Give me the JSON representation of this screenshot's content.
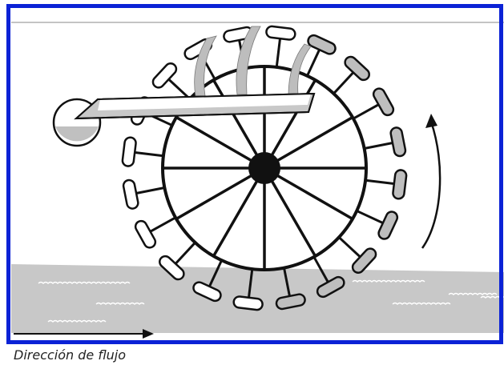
{
  "caption": "Dirección de flujo",
  "icons": {
    "wheel": "water-wheel-icon",
    "trough": "trough-icon",
    "tank": "tank-icon",
    "rotation_arrow": "rotation-arrow-icon",
    "flow_arrow": "flow-arrow-icon",
    "ripples": "water-ripple-icon"
  },
  "colors": {
    "frame_border": "#0b22d6",
    "water": "#c8c8c8",
    "water_fill_light": "#bebebe",
    "outline": "#111111",
    "background": "#ffffff"
  },
  "wheel": {
    "spokes": 12,
    "paddles": 20
  }
}
